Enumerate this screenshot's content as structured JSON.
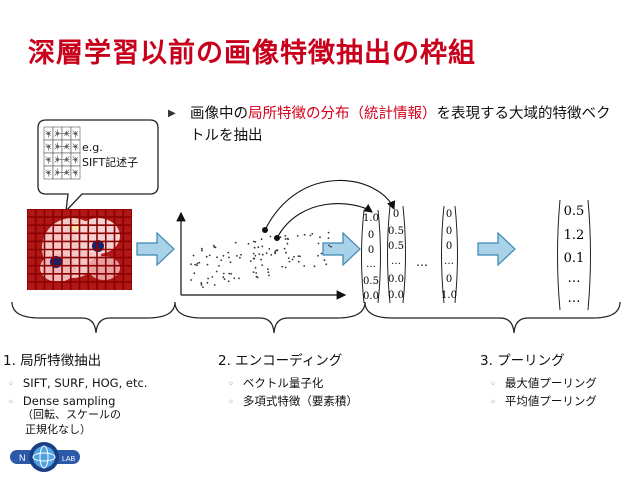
{
  "title": "深層学習以前の画像特徴抽出の枠組",
  "bullet": {
    "part1": "画像中の",
    "highlight": "局所特徴の分布（統計情報）",
    "part2": "を表現する大域的特徴ベクトルを抽出"
  },
  "callout": {
    "line1": "e.g.",
    "line2": "SIFT記述子"
  },
  "vector1": [
    "1.0",
    "0",
    "0",
    "…",
    "0.5",
    "0.0"
  ],
  "vector2": [
    "0",
    "0.5",
    "0.5",
    "…",
    "0.0",
    "0.0"
  ],
  "vector3": [
    "0",
    "0",
    "0",
    "…",
    "0",
    "1.0"
  ],
  "vector_gap": "…",
  "pooled_vector": [
    "0.5",
    "1.2",
    "0.1",
    "…",
    "…"
  ],
  "sections": [
    {
      "title": "1. 局所特徴抽出",
      "items": [
        "SIFT, SURF, HOG, etc.",
        "Dense sampling"
      ],
      "note": [
        "（回転、スケールの",
        "正規化なし）"
      ]
    },
    {
      "title": "2. エンコーディング",
      "items": [
        "ベクトル量子化",
        "多項式特徴（要素積）"
      ]
    },
    {
      "title": "3. プーリング",
      "items": [
        "最大値プーリング",
        "平均値プーリング"
      ]
    }
  ],
  "logo": {
    "left": "N",
    "right": "LAB"
  },
  "colors": {
    "title": "#c8001b",
    "highlight": "#d5001b",
    "arrow_fill": "#a9d2e8",
    "arrow_stroke": "#3a86b3",
    "grid": "#8b0000"
  }
}
